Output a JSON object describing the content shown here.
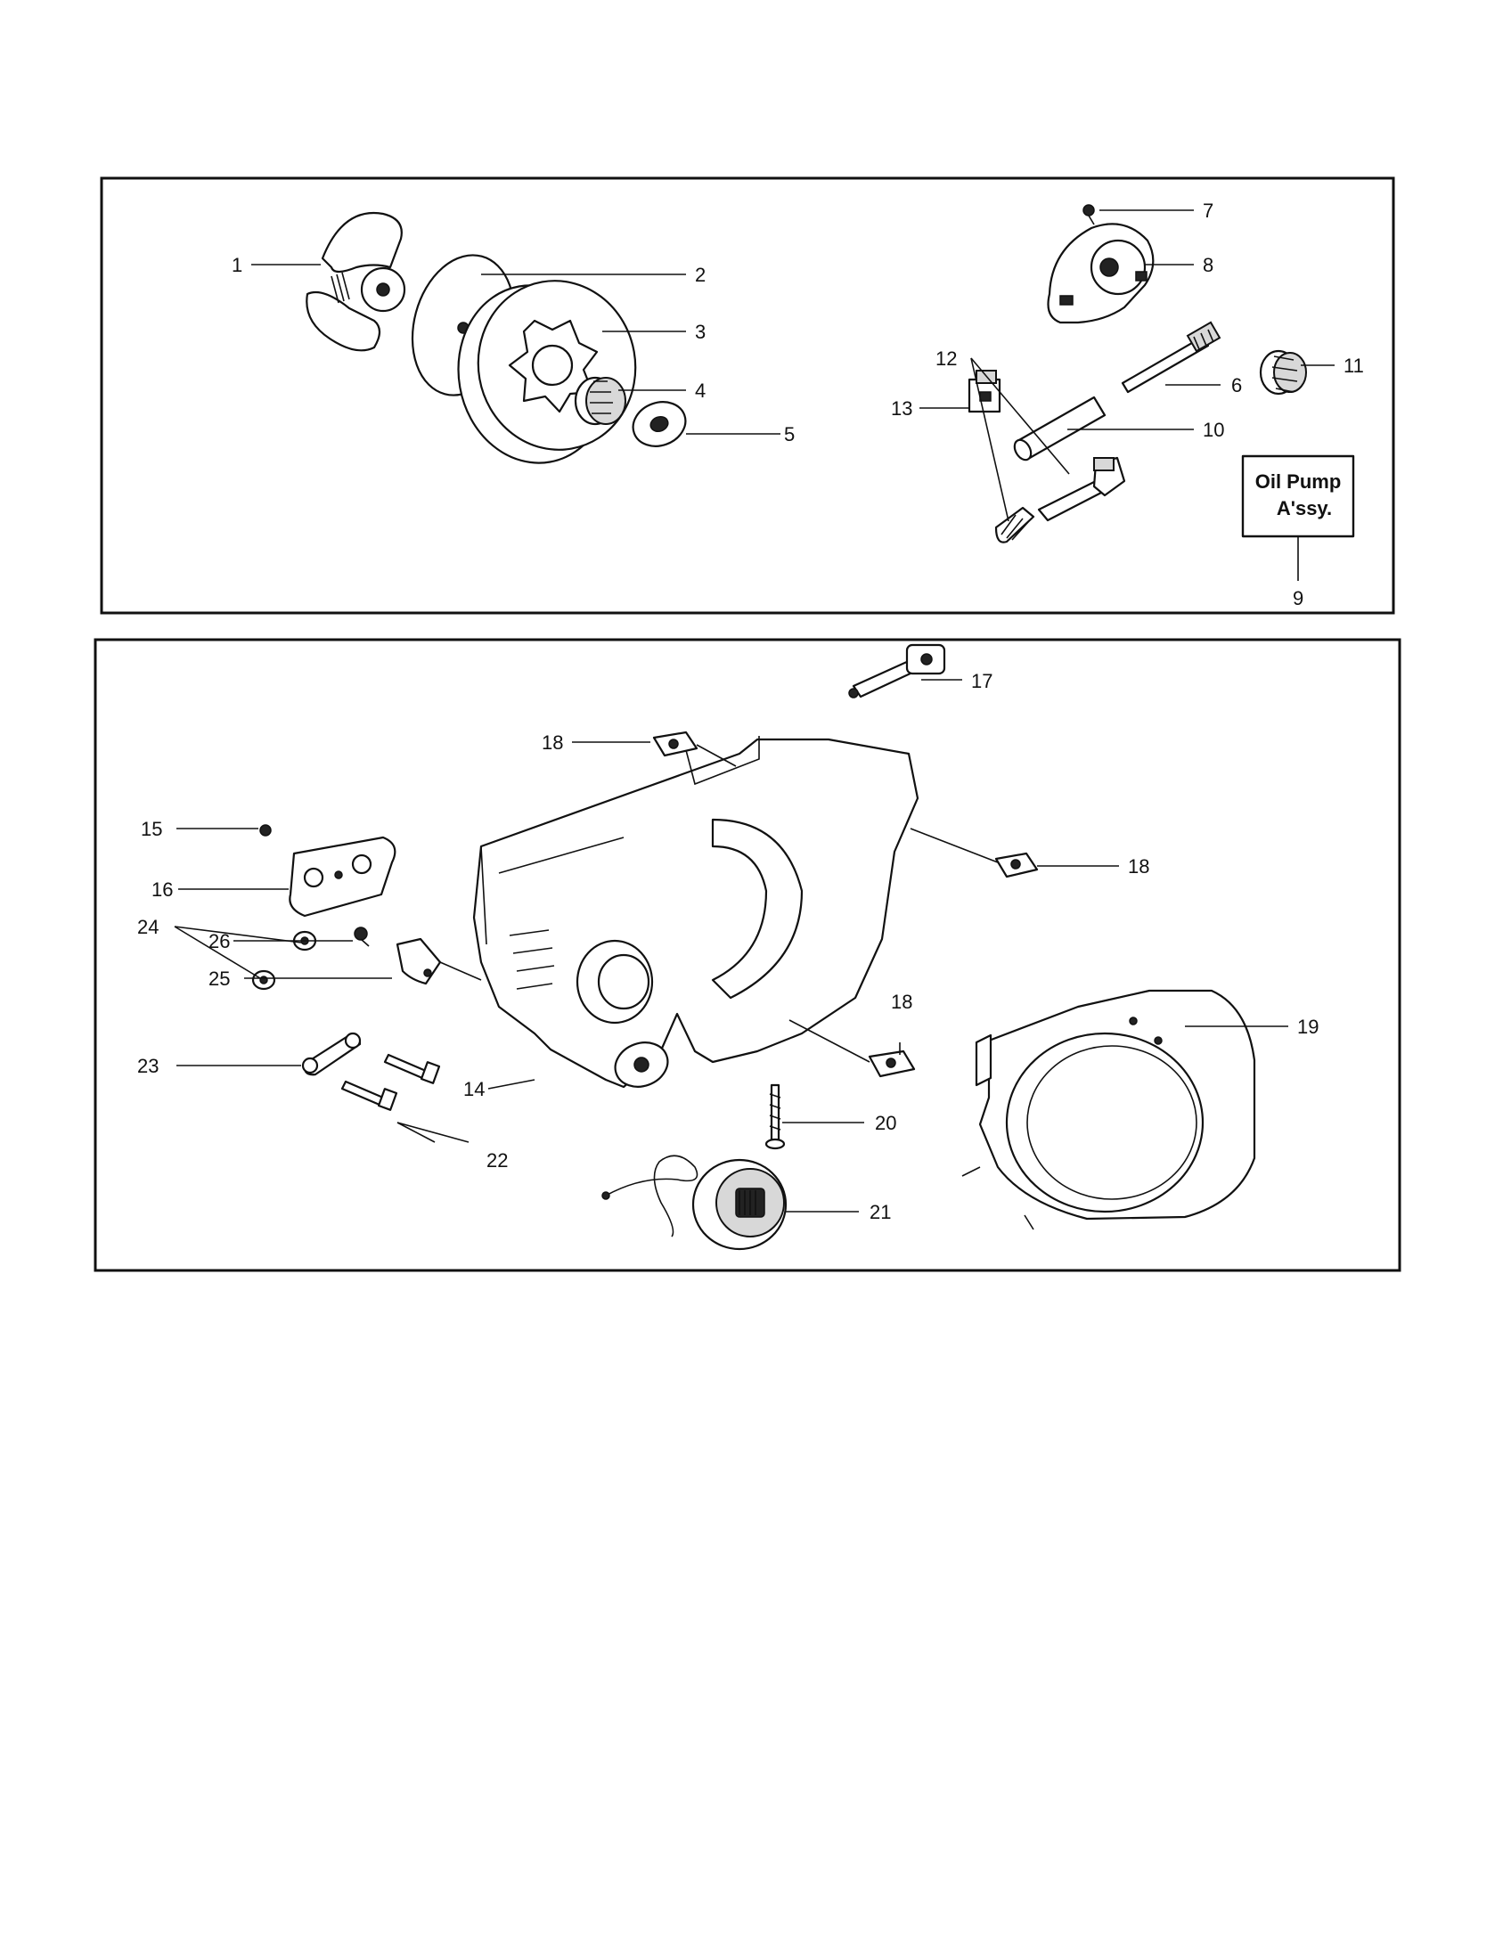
{
  "callouts": {
    "c1": "1",
    "c2": "2",
    "c3": "3",
    "c4": "4",
    "c5": "5",
    "c6": "6",
    "c7": "7",
    "c8": "8",
    "c9": "9",
    "c10": "10",
    "c11": "11",
    "c12": "12",
    "c13": "13",
    "c14": "14",
    "c15": "15",
    "c16": "16",
    "c17": "17",
    "c18a": "18",
    "c18b": "18",
    "c18c": "18",
    "c19": "19",
    "c20": "20",
    "c21": "21",
    "c22": "22",
    "c23": "23",
    "c24": "24",
    "c25": "25",
    "c26": "26"
  },
  "oil_pump_box": {
    "line1": "Oil Pump",
    "line2": "A'ssy."
  }
}
